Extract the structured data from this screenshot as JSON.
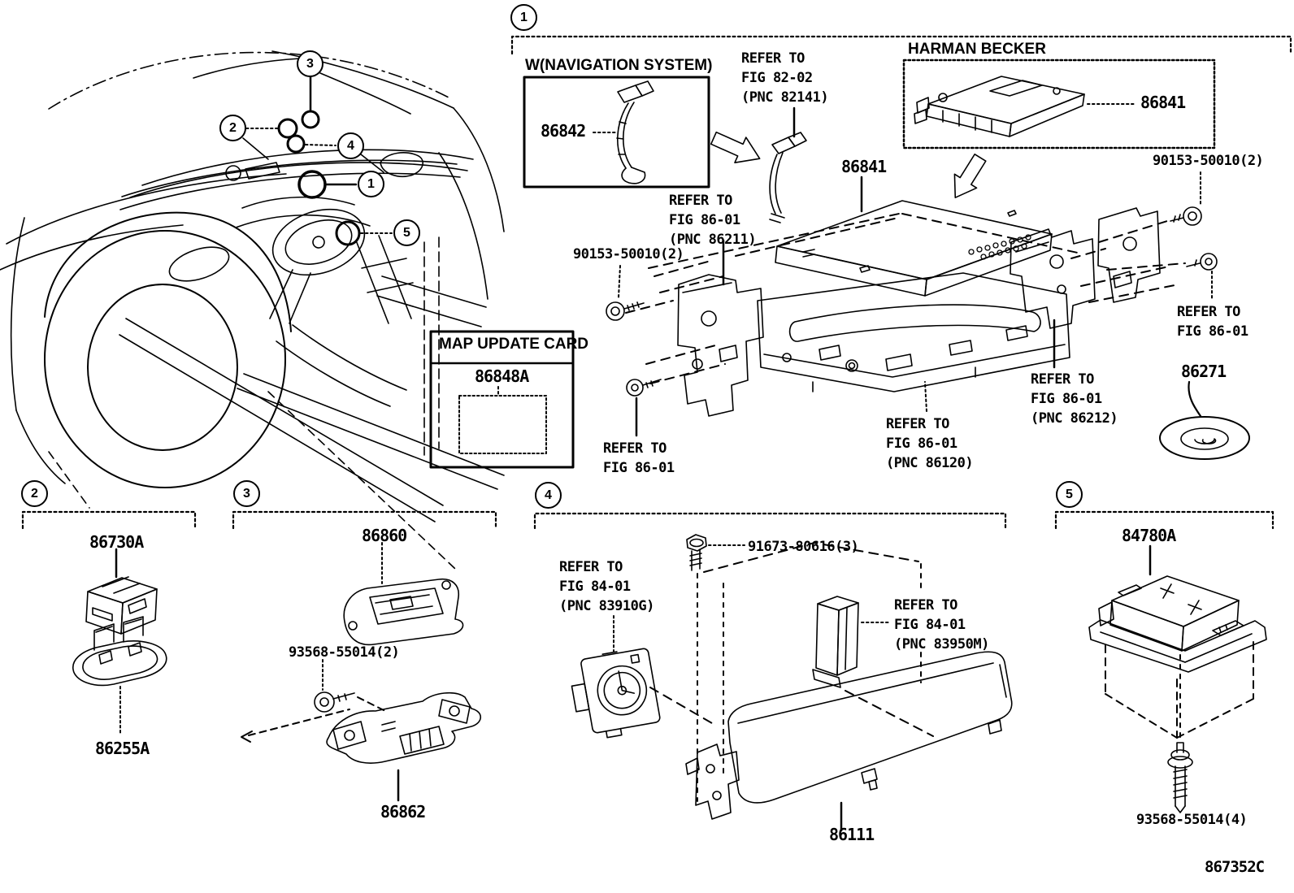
{
  "figure": {
    "code": "867352C"
  },
  "callouts": {
    "c1": "1",
    "c2": "2",
    "c3": "3",
    "c4": "4",
    "c5": "5"
  },
  "section1": {
    "callout": "1",
    "nav_box_title": "W(NAVIGATION SYSTEM)",
    "part_86842": "86842",
    "note_fig8202": "REFER TO\nFIG 82-02\n(PNC 82141)",
    "harman_title": "HARMAN BECKER",
    "part_86841_harman": "86841",
    "screw_top_right": "90153-50010(2)",
    "part_86841": "86841",
    "note_pnc86211": "REFER TO\nFIG 86-01\n(PNC 86211)",
    "screw_left": "90153-50010(2)",
    "note_fig8601_left": "REFER TO\nFIG 86-01",
    "map_card_title": "MAP UPDATE CARD",
    "part_86848a": "86848A",
    "note_pnc86120": "REFER TO\nFIG 86-01\n(PNC 86120)",
    "note_pnc86212": "REFER TO\nFIG 86-01\n(PNC 86212)",
    "note_fig8601_right": "REFER TO\nFIG 86-01",
    "part_86271": "86271"
  },
  "section2": {
    "callout": "2",
    "part_86730a": "86730A",
    "part_86255a": "86255A"
  },
  "section3": {
    "callout": "3",
    "part_86860": "86860",
    "screw": "93568-55014(2)",
    "part_86862": "86862"
  },
  "section4": {
    "callout": "4",
    "note_pnc83910g": "REFER TO\nFIG 84-01\n(PNC 83910G)",
    "screw": "91673-80616(3)",
    "note_pnc83950m": "REFER TO\nFIG 84-01\n(PNC 83950M)",
    "part_86111": "86111"
  },
  "section5": {
    "callout": "5",
    "part_84780a": "84780A",
    "screw": "93568-55014(4)"
  }
}
